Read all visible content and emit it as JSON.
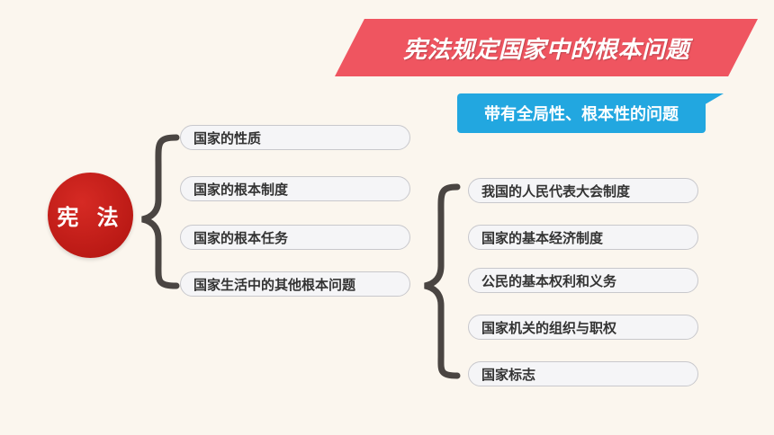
{
  "banner": {
    "title": "宪法规定国家中的根本问题"
  },
  "tag": {
    "text": "带有全局性、根本性的问题"
  },
  "root": {
    "label": "宪 法"
  },
  "left_items": [
    "国家的性质",
    "国家的根本制度",
    "国家的根本任务",
    "国家生活中的其他根本问题"
  ],
  "right_items": [
    "我国的人民代表大会制度",
    "国家的基本经济制度",
    "公民的基本权利和义务",
    "国家机关的组织与职权",
    "国家标志"
  ],
  "colors": {
    "banner": "#ef5560",
    "tag": "#22a7e0",
    "root": "#c41e1a",
    "brace": "#4a4542",
    "background": "#fbf6ee"
  }
}
